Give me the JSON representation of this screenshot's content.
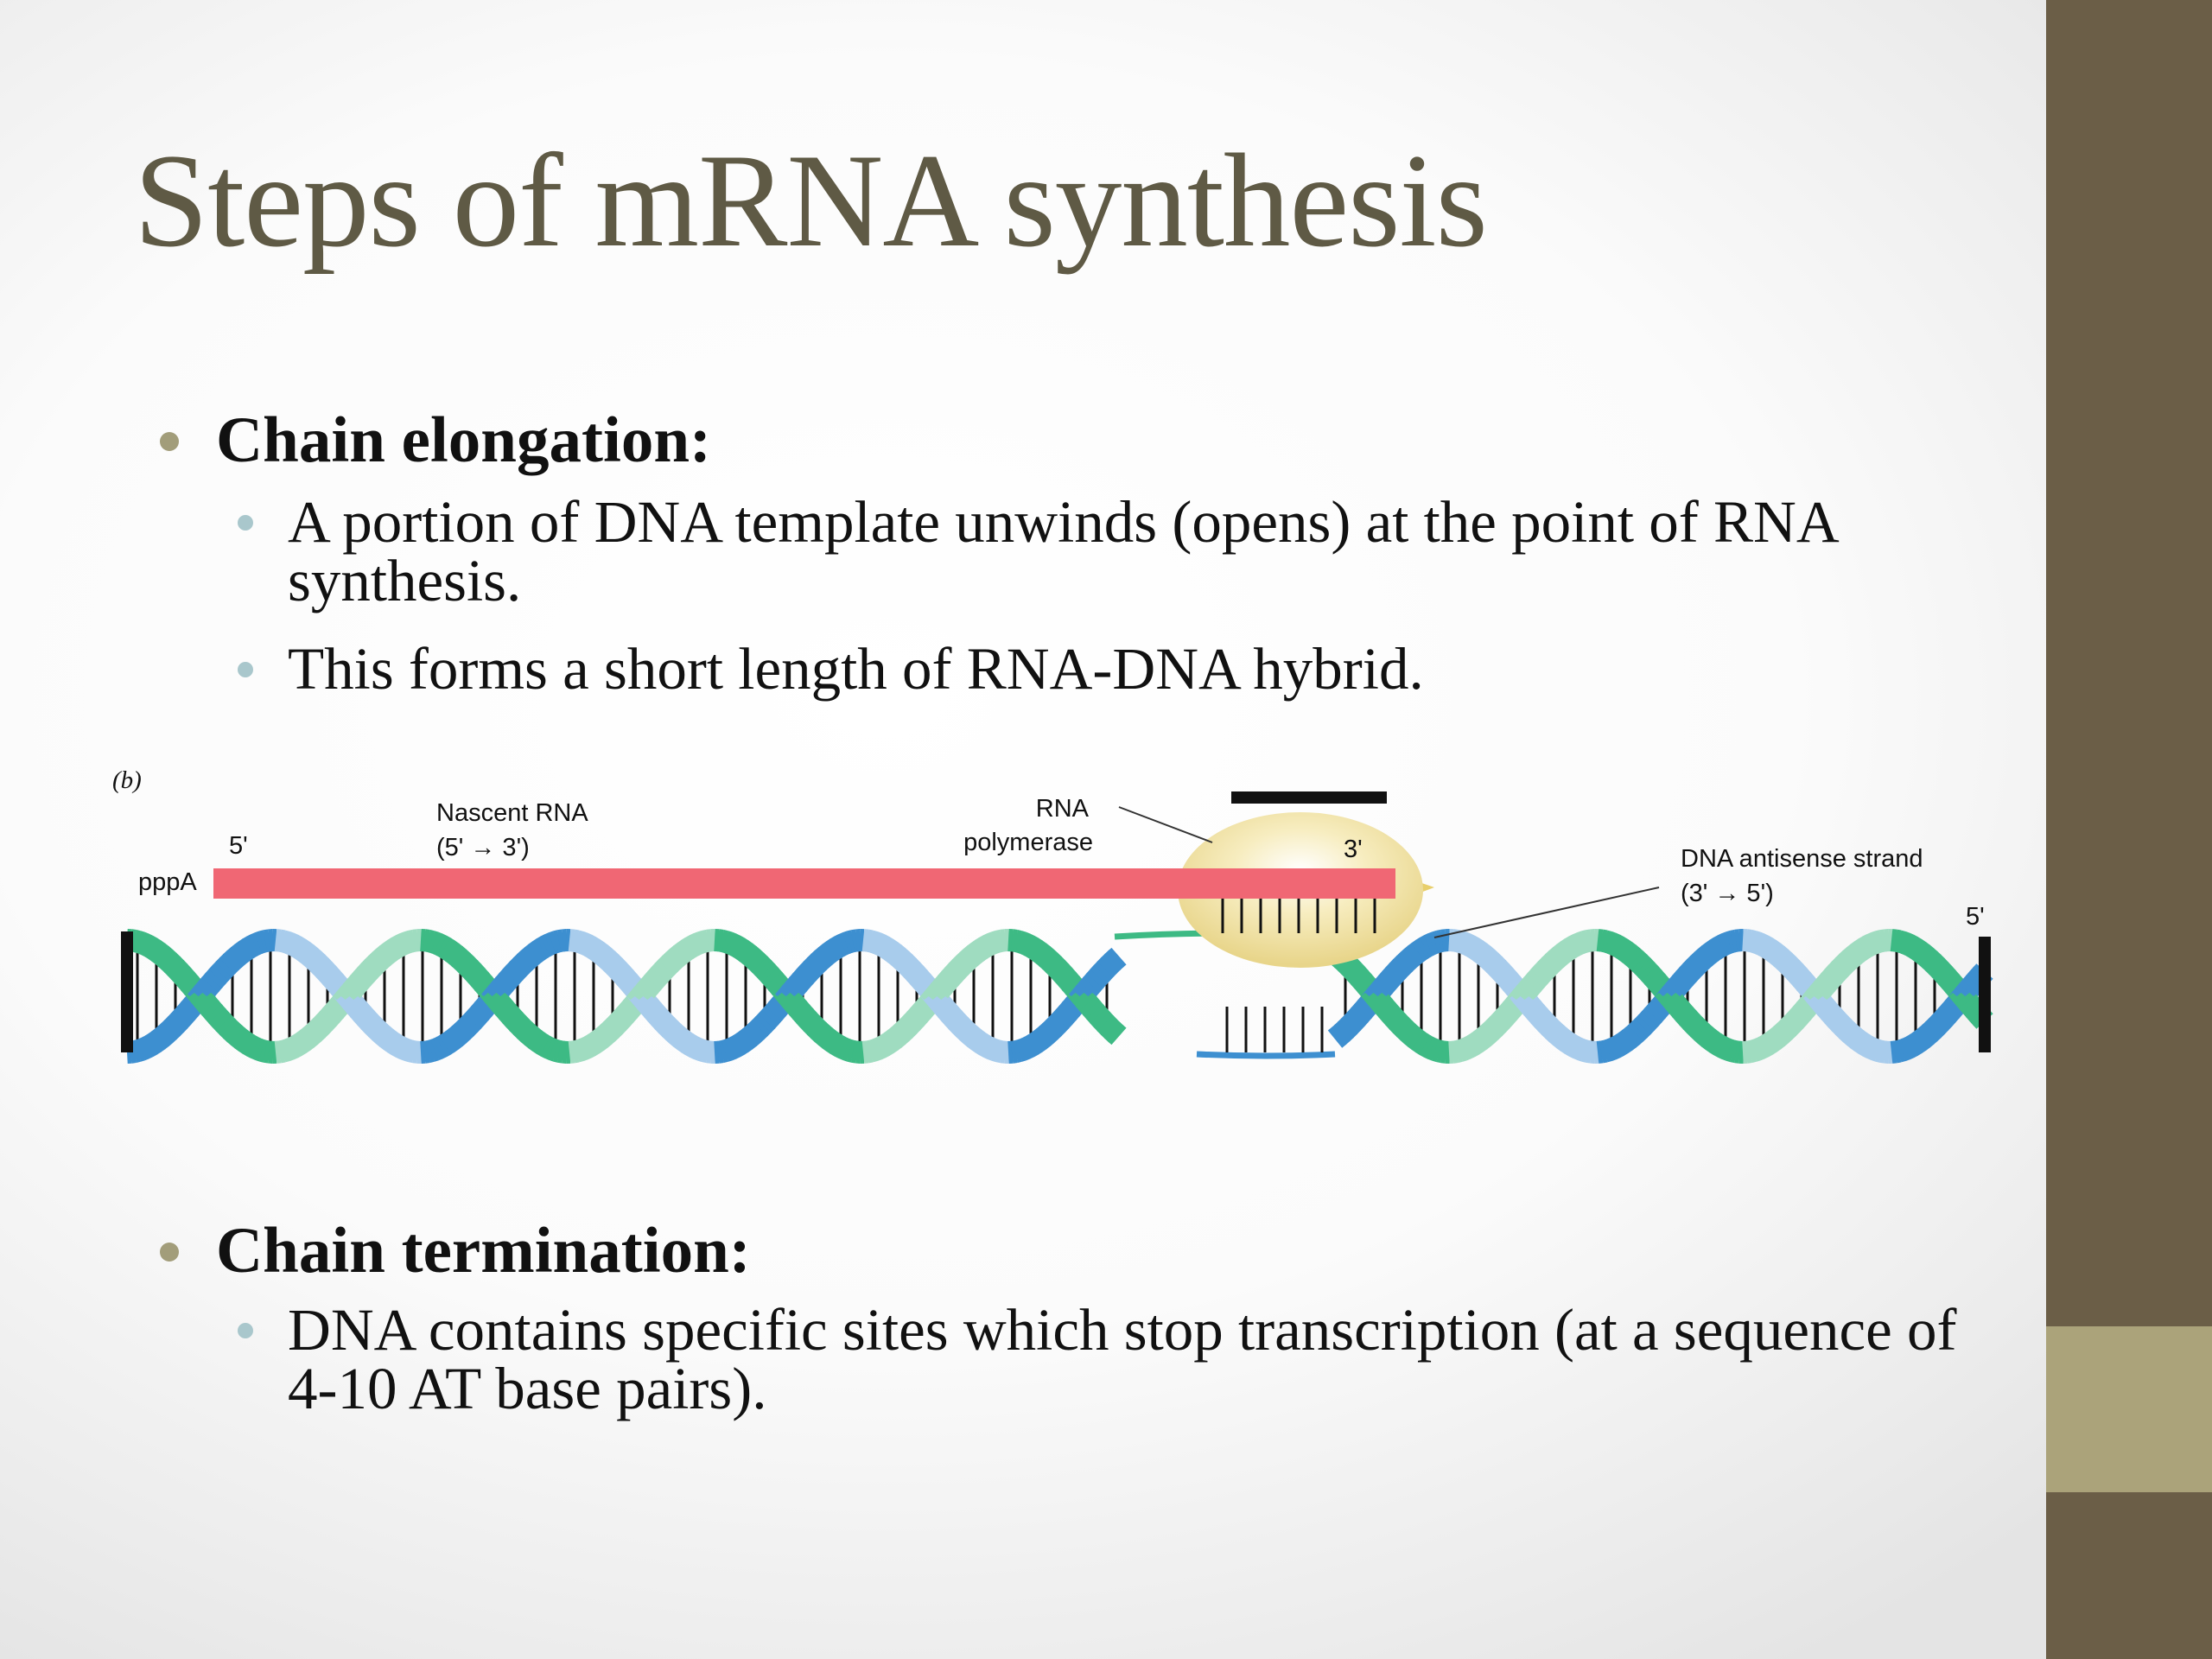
{
  "slide": {
    "title": "Steps of mRNA synthesis",
    "sections": [
      {
        "heading": "Chain elongation:",
        "items": [
          "A portion of DNA template unwinds (opens) at the point of RNA synthesis.",
          "This forms a short length of RNA-DNA hybrid."
        ]
      },
      {
        "heading": "Chain termination:",
        "items": [
          "DNA contains specific sites which stop transcription (at a sequence of 4-10 AT base pairs)."
        ]
      }
    ]
  },
  "figure": {
    "panel_label": "(b)",
    "labels": {
      "five_prime_rna": "5'",
      "pppa": "pppA",
      "nascent_rna_line1": "Nascent RNA",
      "nascent_rna_line2": "(5' → 3')",
      "rna_polymerase_line1": "RNA",
      "rna_polymerase_line2": "polymerase",
      "three_prime_rna": "3'",
      "dna_antisense_line1": "DNA antisense strand",
      "dna_antisense_line2": "(3' → 5')",
      "five_prime_dna": "5'"
    },
    "colors": {
      "rna": "#f06774",
      "polymerase": "#f1e2a2",
      "strand_dark_blue": "#3d8fd0",
      "strand_light_blue": "#a8ccec",
      "strand_green": "#3dba84",
      "strand_light_green": "#9fdcc0"
    }
  }
}
